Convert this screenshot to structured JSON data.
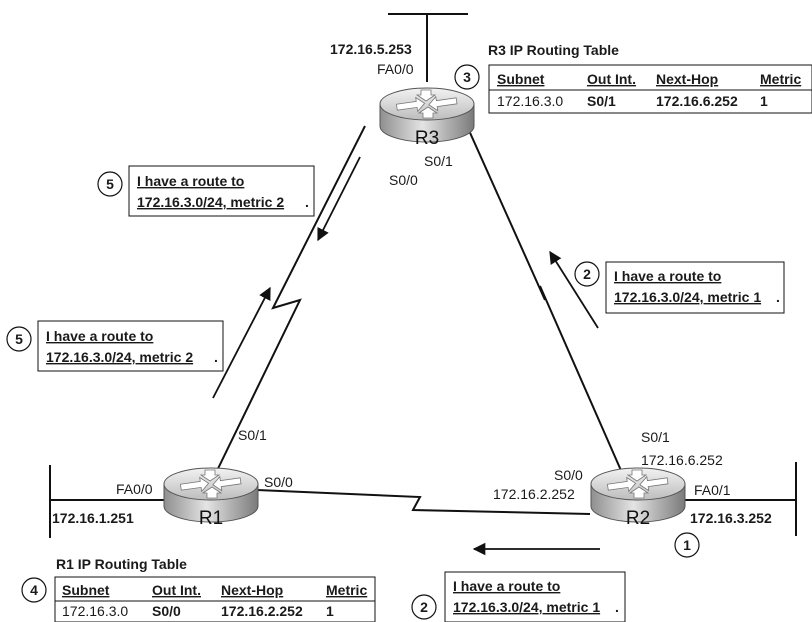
{
  "routers": {
    "r1": {
      "name": "R1",
      "lan_interface": "FA0/0",
      "lan_ip": "172.16.1.251",
      "serial_to_r3": "S0/1",
      "serial_to_r2": "S0/0"
    },
    "r2": {
      "name": "R2",
      "lan_interface": "FA0/1",
      "lan_ip": "172.16.3.252",
      "serial_to_r1": "S0/0",
      "serial_to_r1_ip": "172.16.2.252",
      "serial_to_r3": "S0/1",
      "serial_to_r3_ip": "172.16.6.252"
    },
    "r3": {
      "name": "R3",
      "lan_interface": "FA0/0",
      "lan_ip": "172.16.5.253",
      "serial_to_r1": "S0/0",
      "serial_to_r2": "S0/1"
    }
  },
  "tables": {
    "r3": {
      "title": "R3 IP Routing Table",
      "step": "3",
      "headers": [
        "Subnet",
        "Out Int.",
        "Next-Hop",
        "Metric"
      ],
      "row": [
        "172.16.3.0",
        "S0/1",
        "172.16.6.252",
        "1"
      ]
    },
    "r1": {
      "title": "R1 IP Routing Table",
      "step": "4",
      "headers": [
        "Subnet",
        "Out Int.",
        "Next-Hop",
        "Metric"
      ],
      "row": [
        "172.16.3.0",
        "S0/0",
        "172.16.2.252",
        "1"
      ]
    }
  },
  "messages": {
    "r2_to_r3": {
      "step": "2",
      "line1": "I have a route to",
      "line2": "172.16.3.0/24, metric 1",
      "period": "."
    },
    "r2_to_r1": {
      "step": "2",
      "line1": "I have a route to",
      "line2": "172.16.3.0/24, metric 1",
      "period": "."
    },
    "r3_to_r1": {
      "step": "5",
      "line1": "I have a route to",
      "line2": "172.16.3.0/24, metric 2",
      "period": "."
    },
    "r1_to_r3": {
      "step": "5",
      "line1": "I have a route to",
      "line2": "172.16.3.0/24, metric 2",
      "period": "."
    }
  },
  "markers": {
    "r2_lan_step": "1"
  }
}
